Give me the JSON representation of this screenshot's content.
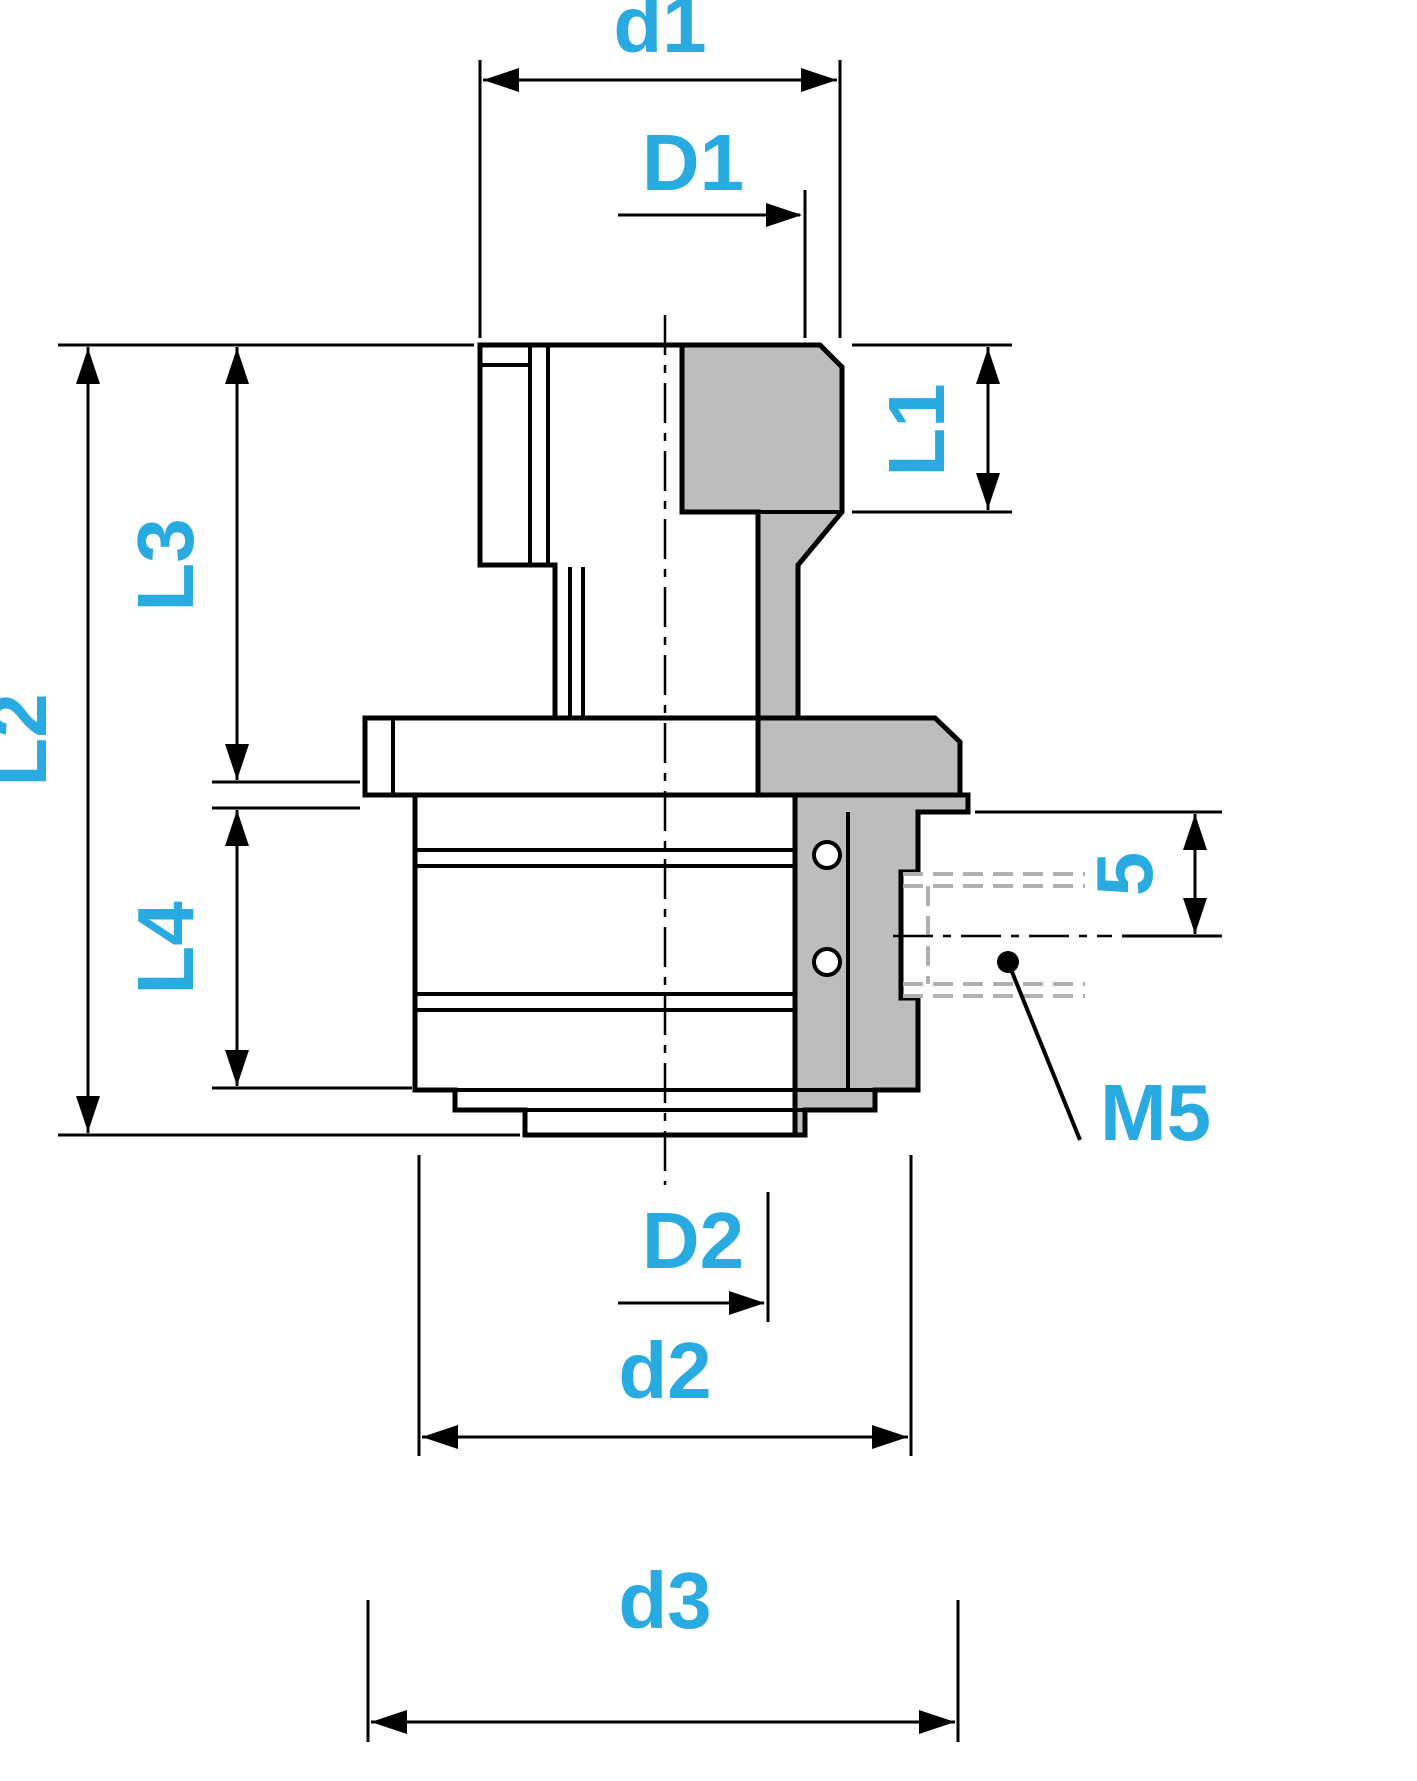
{
  "colors": {
    "accent": "#29abe2",
    "gray_fill": "#bdbdbd",
    "phantom": "#b0b0b0",
    "line": "#000000",
    "background": "#ffffff"
  },
  "labels": {
    "d1": "d1",
    "D1": "D1",
    "L1": "L1",
    "L2": "L2",
    "L3": "L3",
    "L4": "L4",
    "depth": "5",
    "thread": "M5",
    "D2": "D2",
    "d2": "d2",
    "d3": "d3"
  }
}
